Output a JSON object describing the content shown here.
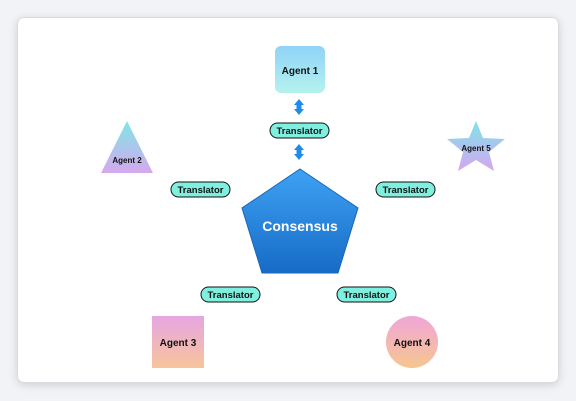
{
  "consensus": {
    "label": "Consensus"
  },
  "agents": [
    {
      "label": "Agent 1"
    },
    {
      "label": "Agent 2"
    },
    {
      "label": "Agent 3"
    },
    {
      "label": "Agent 4"
    },
    {
      "label": "Agent 5"
    }
  ],
  "translators": [
    {
      "label": "Translator"
    },
    {
      "label": "Translator"
    },
    {
      "label": "Translator"
    },
    {
      "label": "Translator"
    },
    {
      "label": "Translator"
    }
  ],
  "colors": {
    "consensus_top": "#3a9ef2",
    "consensus_bottom": "#1a6fc9",
    "translator_fill": "#7ff0e0",
    "arrow": "#1e8bea"
  }
}
